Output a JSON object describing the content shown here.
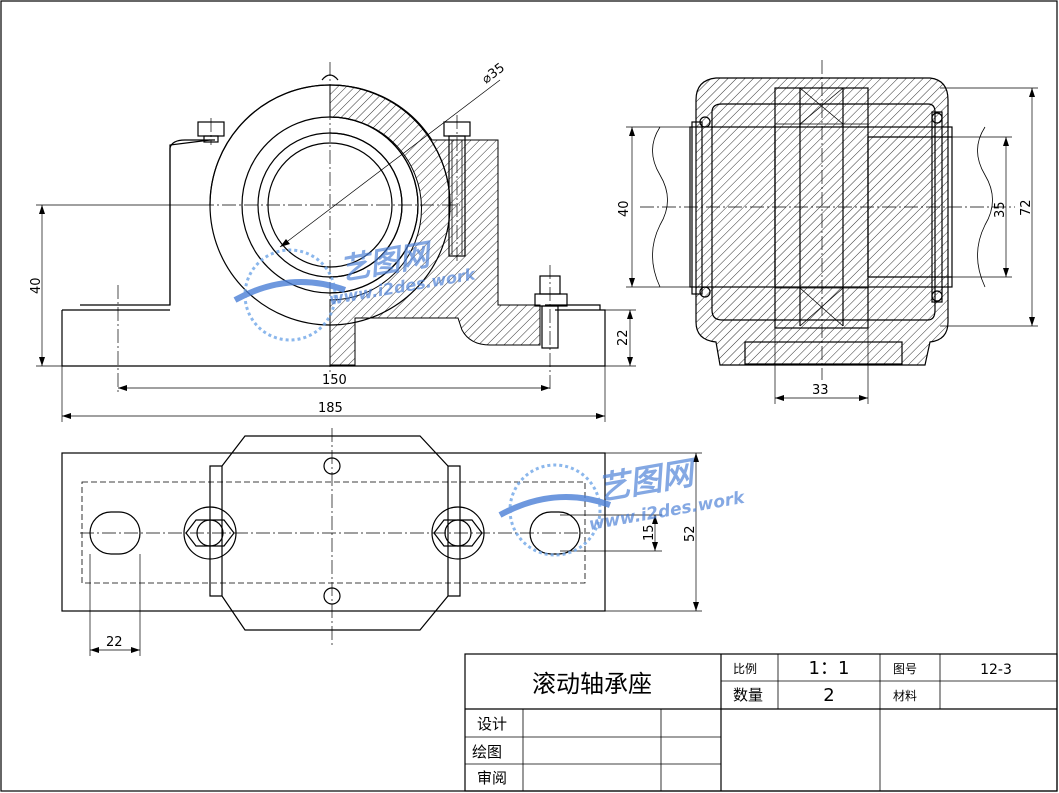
{
  "drawing": {
    "title": "滚动轴承座",
    "scale_label": "比例",
    "scale_value": "1：1",
    "drawing_no_label": "图号",
    "drawing_no_value": "12-3",
    "quantity_label": "数量",
    "quantity_value": "2",
    "material_label": "材料",
    "material_value": "",
    "designer_label": "设计",
    "drafter_label": "绘图",
    "reviewer_label": "审阅"
  },
  "dimensions": {
    "d35": "⌀35",
    "h40_front": "40",
    "h22_front": "22",
    "w150": "150",
    "w185": "185",
    "h40_side": "40",
    "d35_side": "35",
    "h72_side": "72",
    "w33_side": "33",
    "h15_top": "15",
    "h52_top": "52",
    "w22_top": "22"
  },
  "watermark": {
    "brand": "艺图网",
    "url": "www.i2des.work"
  }
}
